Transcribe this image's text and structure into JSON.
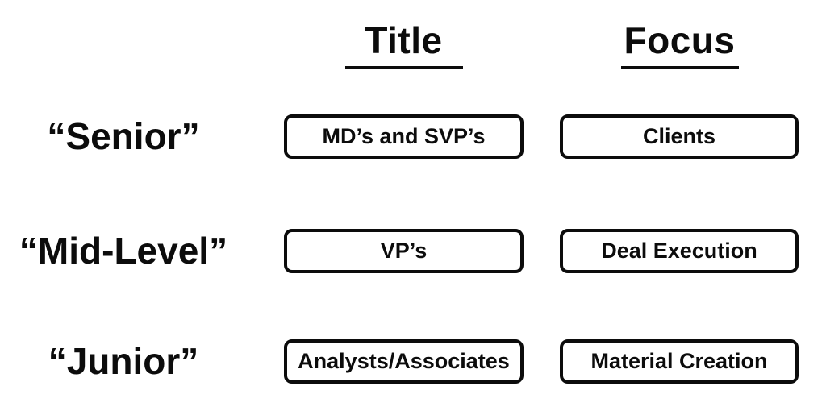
{
  "diagram": {
    "columns": [
      {
        "label": "Title"
      },
      {
        "label": "Focus"
      }
    ],
    "rows": [
      {
        "level": "“Senior”",
        "title": "MD’s and SVP’s",
        "focus": "Clients"
      },
      {
        "level": "“Mid-Level”",
        "title": "VP’s",
        "focus": "Deal Execution"
      },
      {
        "level": "“Junior”",
        "title": "Analysts/Associates",
        "focus": "Material Creation"
      }
    ],
    "colors": {
      "ink": "#0c0c0c",
      "background": "#ffffff"
    }
  }
}
